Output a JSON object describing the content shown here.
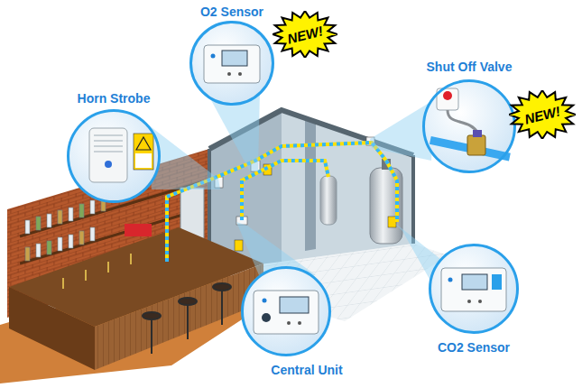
{
  "diagram": {
    "nodes": [
      {
        "text": [
          "O2 Sensor"
        ]
      },
      {
        "text": [
          "NEW!"
        ]
      },
      {
        "text": [
          "Horn Strobe"
        ]
      },
      {
        "text": [
          "Shut Off Valve"
        ]
      },
      {
        "text": [
          "NEW!"
        ]
      },
      {
        "text": [
          "CO2 Sensor"
        ]
      },
      {
        "text": [
          "Central Unit"
        ]
      }
    ]
  }
}
